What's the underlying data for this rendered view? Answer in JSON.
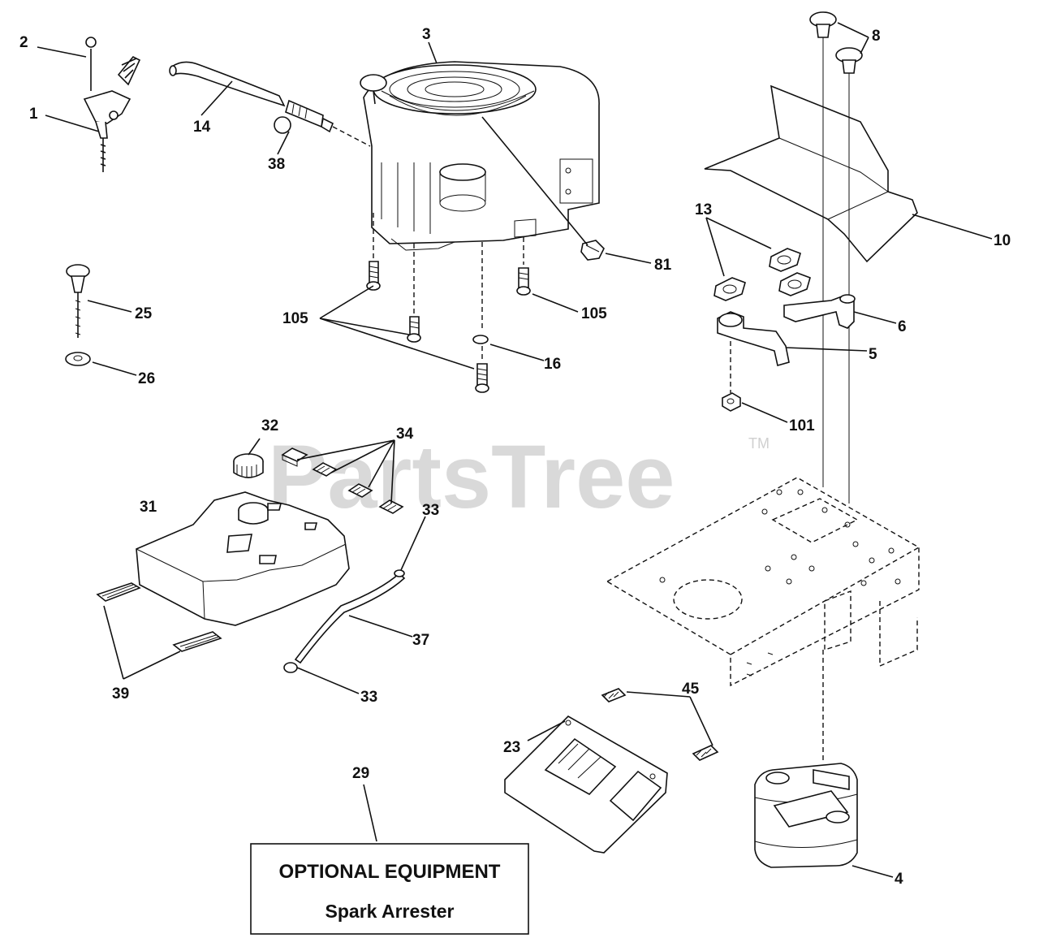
{
  "watermark": {
    "text": "PartsTree",
    "tm": "TM"
  },
  "callout_box": {
    "title": "OPTIONAL EQUIPMENT",
    "subtitle": "Spark Arrester"
  },
  "callouts": {
    "c1": "1",
    "c2": "2",
    "c3": "3",
    "c4": "4",
    "c5": "5",
    "c6": "6",
    "c8": "8",
    "c10": "10",
    "c13": "13",
    "c14": "14",
    "c16": "16",
    "c23": "23",
    "c25": "25",
    "c26": "26",
    "c29": "29",
    "c31": "31",
    "c32": "32",
    "c33a": "33",
    "c33b": "33",
    "c34": "34",
    "c37": "37",
    "c38": "38",
    "c39": "39",
    "c45": "45",
    "c81": "81",
    "c101": "101",
    "c105a": "105",
    "c105b": "105"
  }
}
